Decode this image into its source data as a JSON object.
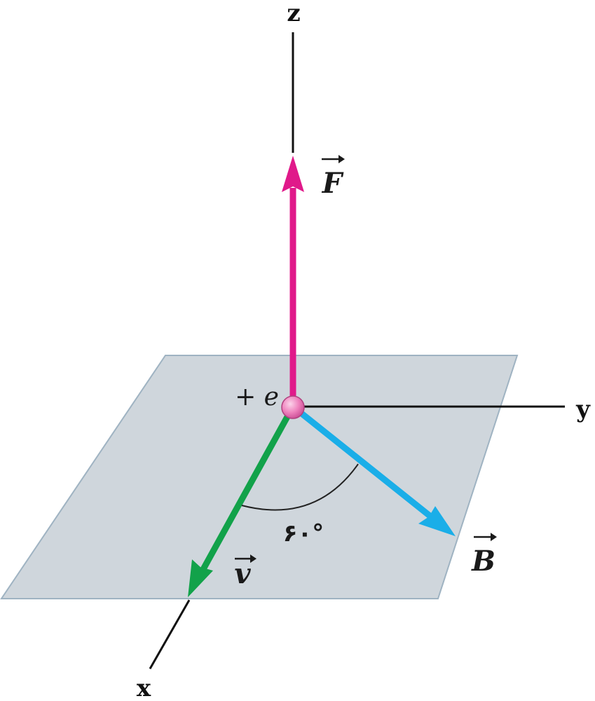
{
  "axes": {
    "x_label": "x",
    "y_label": "y",
    "z_label": "z"
  },
  "vectors": {
    "force_label": "F",
    "field_label": "B",
    "velocity_label": "v"
  },
  "charge": {
    "label": "+ e"
  },
  "angle": {
    "label": "۶۰°"
  },
  "colors": {
    "force": "#e0198a",
    "field": "#1aaee8",
    "velocity": "#12a24a",
    "plane_fill": "#cfd6dc",
    "plane_edge": "#9fb3c2",
    "charge_fill": "#ee82bd",
    "axis": "#111111"
  }
}
